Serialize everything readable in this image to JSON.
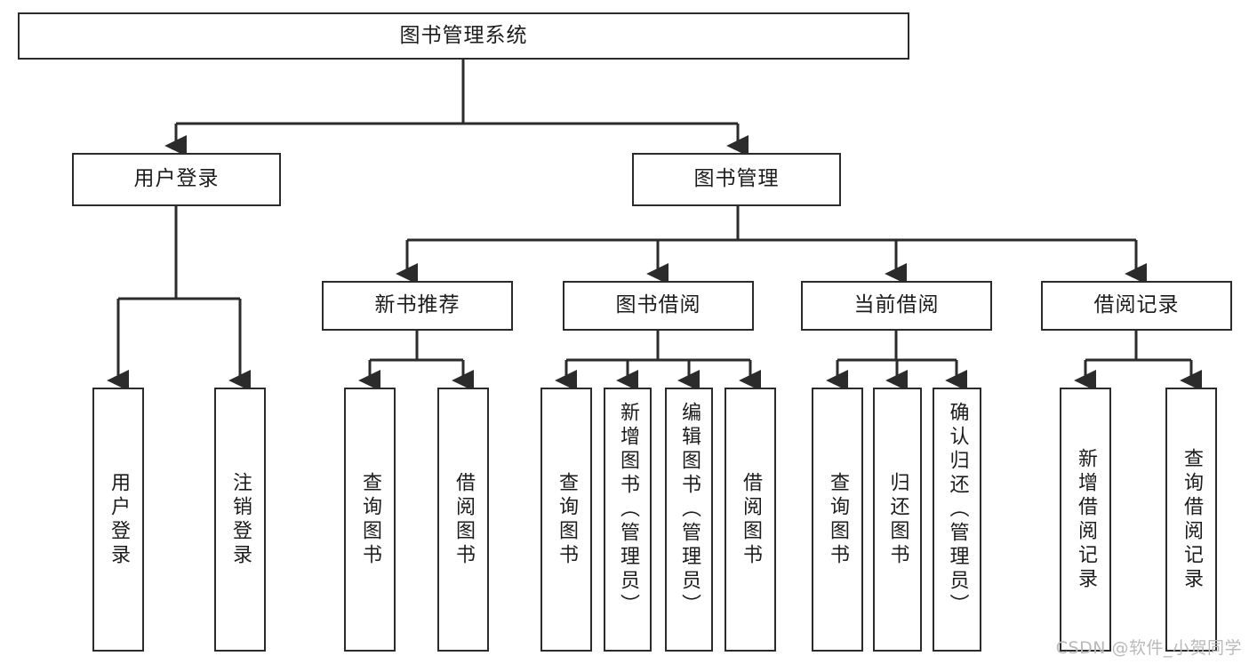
{
  "diagram": {
    "title": "图书管理系统",
    "type": "tree-hierarchy",
    "root": {
      "id": "root",
      "label": "图书管理系统"
    },
    "level2": [
      {
        "id": "user-login",
        "label": "用户登录"
      },
      {
        "id": "book-management",
        "label": "图书管理"
      }
    ],
    "level3": [
      {
        "id": "new-book-recommend",
        "label": "新书推荐",
        "parent": "book-management"
      },
      {
        "id": "book-borrow",
        "label": "图书借阅",
        "parent": "book-management"
      },
      {
        "id": "current-borrow",
        "label": "当前借阅",
        "parent": "book-management"
      },
      {
        "id": "borrow-record",
        "label": "借阅记录",
        "parent": "book-management"
      }
    ],
    "leaves": [
      {
        "id": "leaf-user-login",
        "label": "用户登录",
        "parent": "user-login"
      },
      {
        "id": "leaf-logout-login",
        "label": "注销登录",
        "parent": "user-login"
      },
      {
        "id": "leaf-query-book-1",
        "label": "查询图书",
        "parent": "new-book-recommend"
      },
      {
        "id": "leaf-borrow-book-1",
        "label": "借阅图书",
        "parent": "new-book-recommend"
      },
      {
        "id": "leaf-query-book-2",
        "label": "查询图书",
        "parent": "book-borrow"
      },
      {
        "id": "leaf-add-book",
        "label": "新增图书（管理员）",
        "parent": "book-borrow"
      },
      {
        "id": "leaf-edit-book",
        "label": "编辑图书（管理员）",
        "parent": "book-borrow"
      },
      {
        "id": "leaf-borrow-book-2",
        "label": "借阅图书",
        "parent": "book-borrow"
      },
      {
        "id": "leaf-query-book-3",
        "label": "查询图书",
        "parent": "current-borrow"
      },
      {
        "id": "leaf-return-book",
        "label": "归还图书",
        "parent": "current-borrow"
      },
      {
        "id": "leaf-confirm-return",
        "label": "确认归还（管理员）",
        "parent": "current-borrow"
      },
      {
        "id": "leaf-add-record",
        "label": "新增借阅记录",
        "parent": "borrow-record"
      },
      {
        "id": "leaf-query-record",
        "label": "查询借阅记录",
        "parent": "borrow-record"
      }
    ],
    "colors": {
      "box_border": "#2b2b2b",
      "box_fill": "#ffffff",
      "edge": "#2b2b2b",
      "text": "#1c1c1c",
      "watermark": "#b9b9b9",
      "background": "#ffffff"
    }
  },
  "watermark": {
    "text": "CSDN @软件_小贺同学"
  }
}
